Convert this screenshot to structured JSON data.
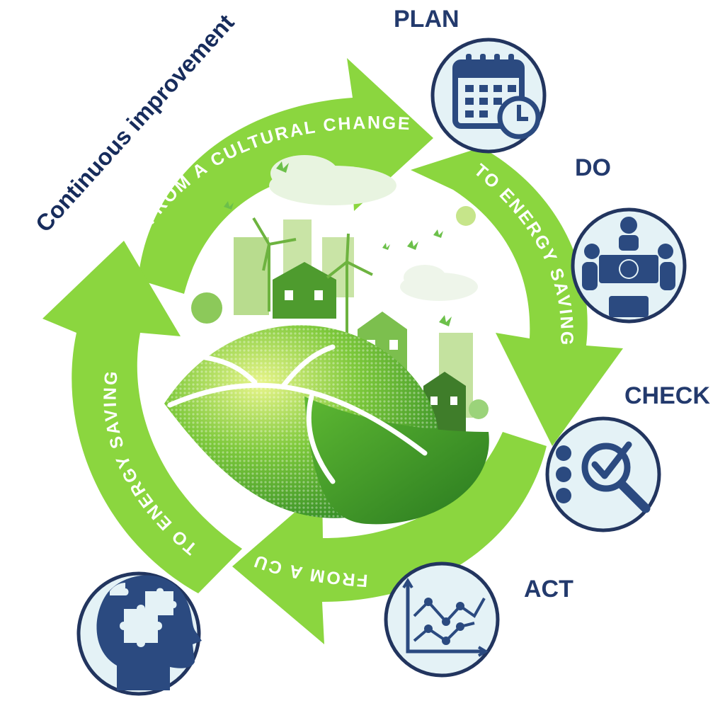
{
  "title": "Continuous improvement",
  "arrows": [
    {
      "id": "top",
      "label": "FROM A CULTURAL CHANGE"
    },
    {
      "id": "right",
      "label": "TO ENERGY SAVING"
    },
    {
      "id": "bottom",
      "label": "FROM A CULTURAL CHANGE"
    },
    {
      "id": "left",
      "label": "TO ENERGY SAVING"
    }
  ],
  "steps": [
    {
      "label": "PLAN",
      "icon": "calendar-clock-icon"
    },
    {
      "label": "DO",
      "icon": "team-meeting-icon"
    },
    {
      "label": "CHECK",
      "icon": "magnifier-check-icon"
    },
    {
      "label": "ACT",
      "icon": "line-chart-icon"
    }
  ],
  "extra_icon": "head-puzzle-icon",
  "center_icon": "eco-city-leaf-icon",
  "colors": {
    "arrow_green": "#8bd63f",
    "arrow_green_light": "#a3e25a",
    "navy": "#233a6d",
    "icon_fill": "#e4f2f6",
    "leaf_green": "#4fae2b"
  }
}
